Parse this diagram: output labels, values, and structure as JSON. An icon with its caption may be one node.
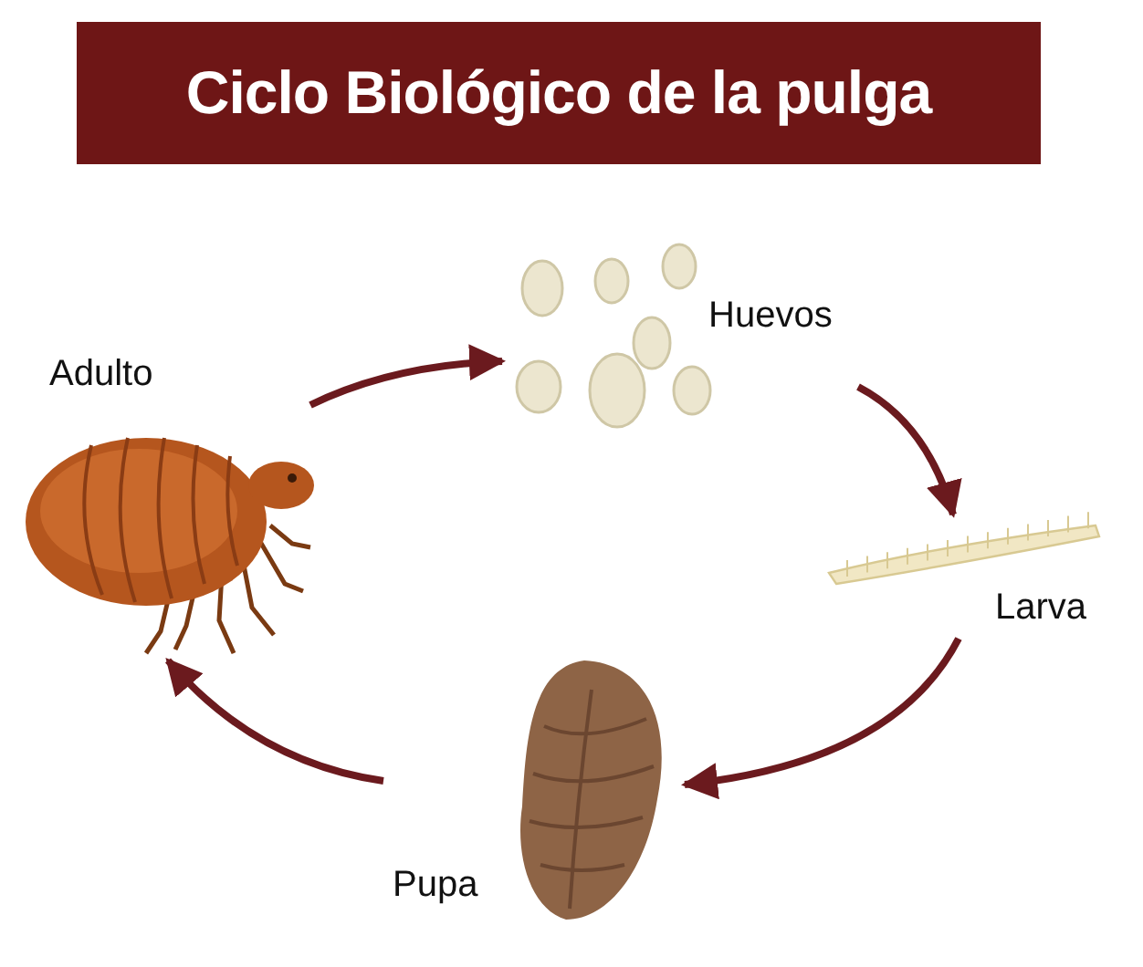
{
  "diagram": {
    "title": "Ciclo Biológico de la pulga",
    "nodes": [
      {
        "text": [
          "Adulto"
        ]
      },
      {
        "text": [
          "Huevos"
        ]
      },
      {
        "text": [
          "Larva"
        ]
      },
      {
        "text": [
          "Pupa"
        ]
      }
    ],
    "edges": [
      {
        "from": 0,
        "to": 1,
        "arrow": "to",
        "color": "#6b1a1e"
      },
      {
        "from": 1,
        "to": 2,
        "arrow": "to",
        "color": "#6b1a1e"
      },
      {
        "from": 2,
        "to": 3,
        "arrow": "to",
        "color": "#6b1a1e"
      },
      {
        "from": 3,
        "to": 0,
        "arrow": "to",
        "color": "#6b1a1e"
      }
    ]
  }
}
